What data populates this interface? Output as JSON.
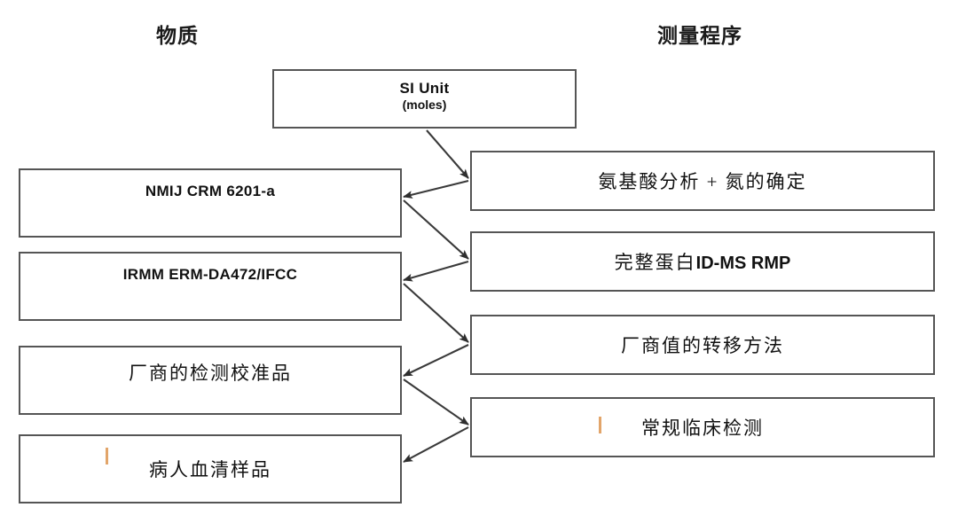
{
  "diagram": {
    "title_left": "物质",
    "title_right": "测量程序",
    "root": {
      "line1": "SI Unit",
      "line2": "(moles)"
    },
    "substances": [
      {
        "label": "NMIJ CRM 6201-a",
        "style": "latin"
      },
      {
        "label": "IRMM ERM-DA472/IFCC",
        "style": "latin"
      },
      {
        "label": "厂商的检测校准品",
        "style": "cjk"
      },
      {
        "label": "病人血清样品",
        "style": "cjk"
      }
    ],
    "procedures": [
      {
        "label": "氨基酸分析 + 氮的确定",
        "style": "cjk"
      },
      {
        "label_cjk": "完整蛋白",
        "label_latin": "ID-MS RMP",
        "style": "mixed"
      },
      {
        "label": "厂商值的转移方法",
        "style": "cjk"
      },
      {
        "label": "常规临床检测",
        "style": "cjk"
      }
    ],
    "colors": {
      "box_border": "#555555",
      "arrow": "#3a3a3a",
      "text": "#111111",
      "tick_mark": "#e2a56a",
      "background": "#ffffff"
    }
  }
}
